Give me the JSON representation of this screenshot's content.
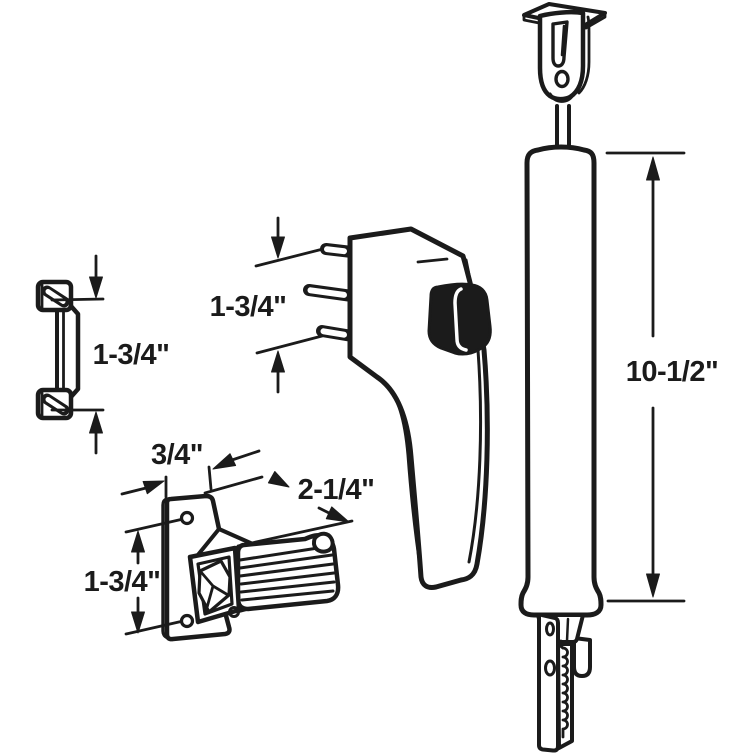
{
  "diagram": {
    "background": "#ffffff",
    "line_color": "#1b1b1b",
    "parts": {
      "keeper": {
        "name": "keeper-bracket",
        "height_label": "1-3/4\""
      },
      "handle": {
        "name": "push-button-handle",
        "hole_spacing_label": "1-3/4\""
      },
      "latch": {
        "name": "latch-strike",
        "width_label": "3/4\"",
        "projection_label": "2-1/4\"",
        "hole_spacing_label": "1-3/4\""
      },
      "closer": {
        "name": "door-closer-cylinder",
        "length_label": "10-1/2\""
      }
    }
  }
}
